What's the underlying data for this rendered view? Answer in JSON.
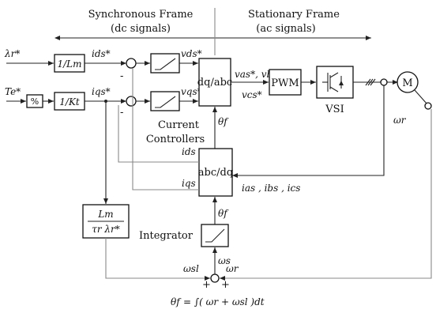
{
  "frames": {
    "sync_title": "Synchronous Frame",
    "sync_sub": "(dc signals)",
    "stat_title": "Stationary Frame",
    "stat_sub": "(ac signals)"
  },
  "inputs": {
    "lambda_ref": "λr*",
    "torque_ref": "Te*"
  },
  "blocks": {
    "inv_lm": "1/Lm",
    "inv_kt": "1/Kt",
    "dq_abc": "dq/abc",
    "abc_dq": "abc/dq",
    "pwm": "PWM",
    "vsi": "VSI",
    "motor": "M",
    "slip_gain_num": "Lm",
    "slip_gain_den": "τr λr*",
    "divide_symbol": "%"
  },
  "signals": {
    "ids_ref": "ids*",
    "iqs_ref": "iqs*",
    "vds_ref": "vds*",
    "vqs_ref": "vqs*",
    "vabc_ref_1": "vas*, vbs*",
    "vabc_ref_2": "vcs*",
    "theta_f_upper": "θf",
    "theta_f_lower": "θf",
    "ids": "ids",
    "iqs": "iqs",
    "iabc": "ias , ibs , ics",
    "omega_s": "ωs",
    "omega_sl": "ωsl",
    "omega_r_sum": "ωr",
    "omega_r_motor": "ωr",
    "minus_d": "-",
    "minus_q": "-",
    "plus_sum": "+",
    "plus_sum_right": "+"
  },
  "labels": {
    "controllers_1": "Current",
    "controllers_2": "Controllers",
    "integrator": "Integrator"
  },
  "equation": {
    "lhs": "θf",
    "rhs": "= ∫( ωr + ωsl )dt"
  }
}
